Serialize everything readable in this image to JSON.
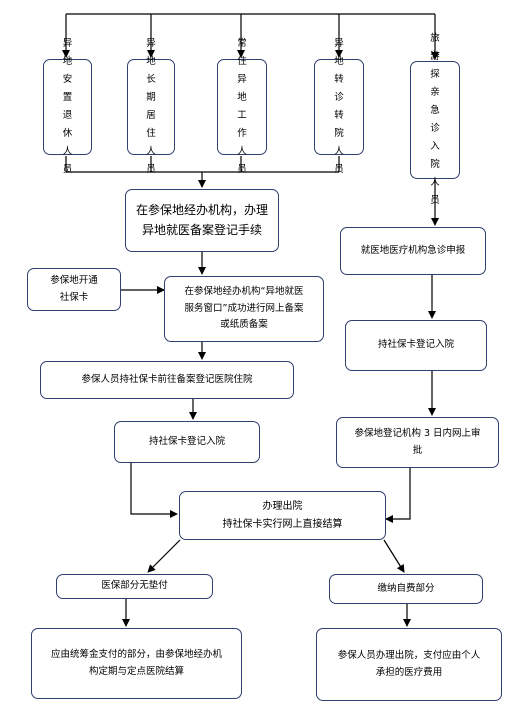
{
  "colors": {
    "line": "#000000",
    "border": "#2f3f6f"
  },
  "top_categories": [
    "异地安置退休人员",
    "异地长期居住人员",
    "常住异地工作人员",
    "异地转诊转院人员",
    "旅游探亲急诊入院人员"
  ],
  "left": {
    "register": "在参保地经办机构，办理\n异地就医备案登记手续",
    "open_card": "参保地开通\n社保卡",
    "online_filing": "在参保地经办机构“异地就医\n服务窗口”成功进行网上备案\n或纸质备案",
    "go_hospital": "参保人员持社保卡前往备案登记医院住院",
    "admit": "持社保卡登记入院"
  },
  "right": {
    "emergency": "就医地医疗机构急诊申报",
    "admit": "持社保卡登记入院",
    "review": "参保地登记机构 3 日内网上审\n批"
  },
  "discharge": "办理出院\n持社保卡实行网上直接结算",
  "insurance_part": "医保部分无垫付",
  "self_pay": "缴纳自费部分",
  "fund_settlement": "应由统筹金支付的部分，由参保地经办机\n构定期与定点医院结算",
  "personal_costs": "参保人员办理出院，支付应由个人\n承担的医疗费用"
}
